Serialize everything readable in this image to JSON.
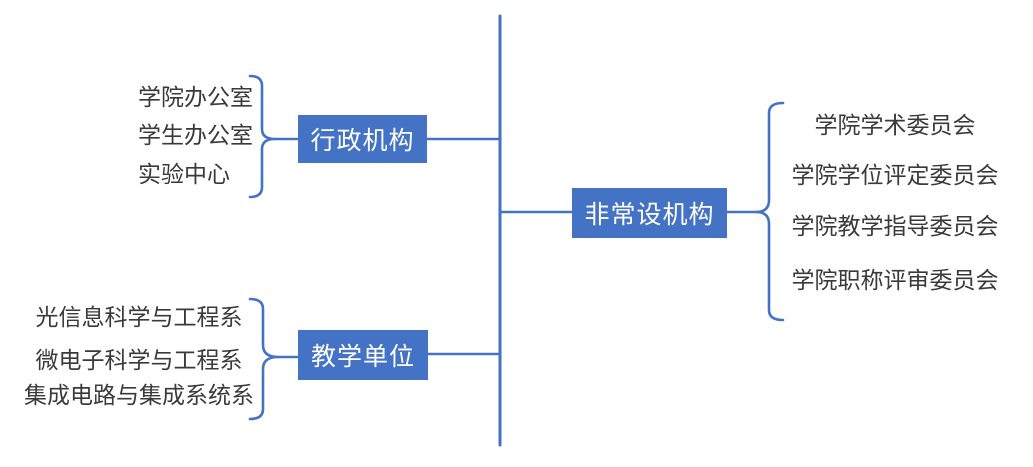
{
  "diagram": {
    "colors": {
      "accent": "#4472C4",
      "leaf_text": "#3A3A3A",
      "node_text": "#FFFFFF",
      "background": "#FFFFFF"
    },
    "nodes": {
      "admin": {
        "label": "行政机构",
        "items": [
          "学院办公室",
          "学生办公室",
          "实验中心"
        ]
      },
      "teaching": {
        "label": "教学单位",
        "items": [
          "光信息科学与工程系",
          "微电子科学与工程系",
          "集成电路与集成系统系"
        ]
      },
      "adhoc": {
        "label": "非常设机构",
        "items": [
          "学院学术委员会",
          "学院学位评定委员会",
          "学院教学指导委员会",
          "学院职称评审委员会"
        ]
      }
    }
  }
}
